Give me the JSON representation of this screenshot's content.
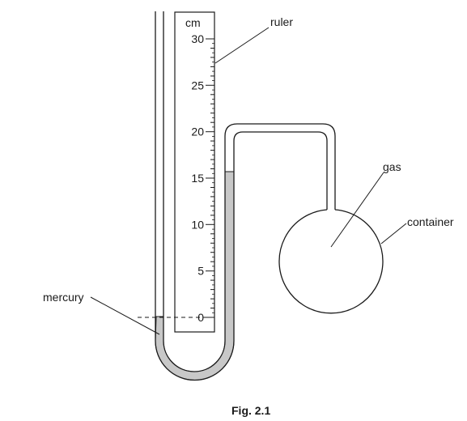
{
  "ruler": {
    "unit": "cm",
    "tick_labels": [
      "30",
      "25",
      "20",
      "15",
      "10",
      "5",
      "0"
    ]
  },
  "labels": {
    "ruler": "ruler",
    "gas": "gas",
    "container": "container",
    "mercury": "mercury"
  },
  "caption": "Fig. 2.1",
  "colors": {
    "mercury_fill": "#c8c8c8",
    "line": "#1a1a1a"
  }
}
